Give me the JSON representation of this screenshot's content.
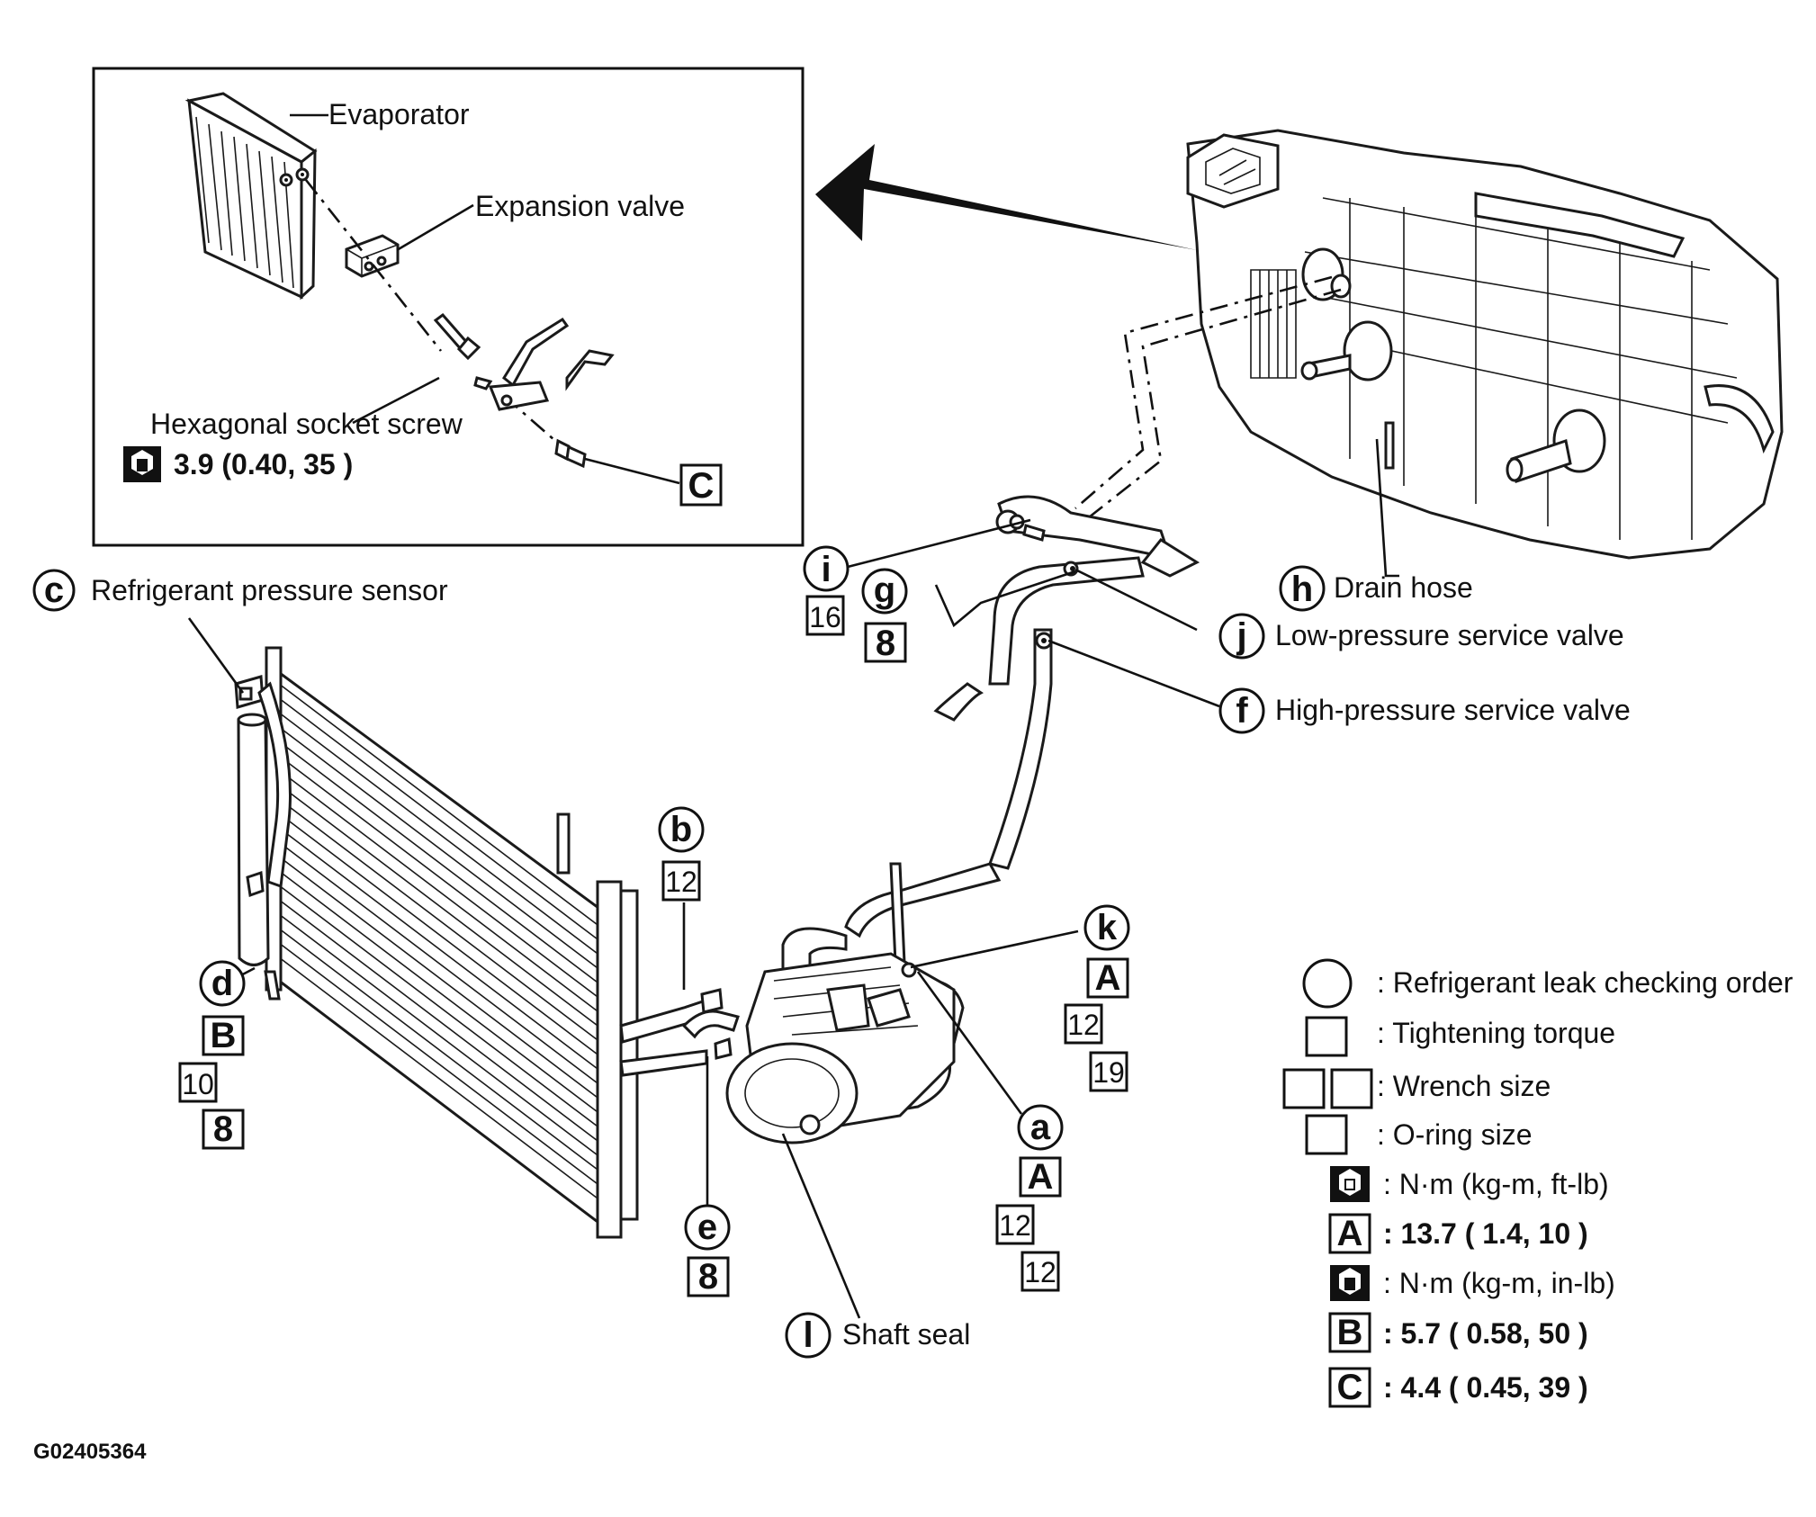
{
  "inset": {
    "evaporator": "Evaporator",
    "expansion_valve": "Expansion valve",
    "hex_screw": "Hexagonal socket screw",
    "hex_torque": "3.9 (0.40, 35 )",
    "callout_c": "C"
  },
  "callouts": {
    "a": {
      "letter": "a",
      "torque": "A",
      "wrench": "12",
      "oring": "12"
    },
    "b": {
      "letter": "b",
      "wrench": "12"
    },
    "c": {
      "letter": "c",
      "label": "Refrigerant pressure sensor"
    },
    "d": {
      "letter": "d",
      "torque": "B",
      "wrench": "10",
      "oring": "8"
    },
    "e": {
      "letter": "e",
      "oring": "8"
    },
    "f": {
      "letter": "f",
      "label": "High-pressure service valve"
    },
    "g": {
      "letter": "g",
      "oring": "8"
    },
    "h": {
      "letter": "h",
      "label": "Drain hose"
    },
    "i": {
      "letter": "i",
      "wrench": "16"
    },
    "j": {
      "letter": "j",
      "label": "Low-pressure service valve"
    },
    "k": {
      "letter": "k",
      "torque": "A",
      "wrench": "12",
      "oring": "19"
    },
    "l": {
      "letter": "l",
      "label": "Shaft seal"
    }
  },
  "legend": {
    "leak_order": ": Refrigerant leak checking order",
    "tightening_torque": ": Tightening torque",
    "wrench_size": ": Wrench size",
    "oring_size": ": O-ring size",
    "nm_ftlb": ": N·m (kg-m, ft-lb)",
    "a_letter": "A",
    "a_value": ": 13.7  ( 1.4, 10 )",
    "nm_inlb": ": N·m (kg-m, in-lb)",
    "b_letter": "B",
    "b_value": ": 5.7  ( 0.58, 50 )",
    "c_letter": "C",
    "c_value": ": 4.4  ( 0.45, 39 )"
  },
  "figure_id": "G02405364"
}
